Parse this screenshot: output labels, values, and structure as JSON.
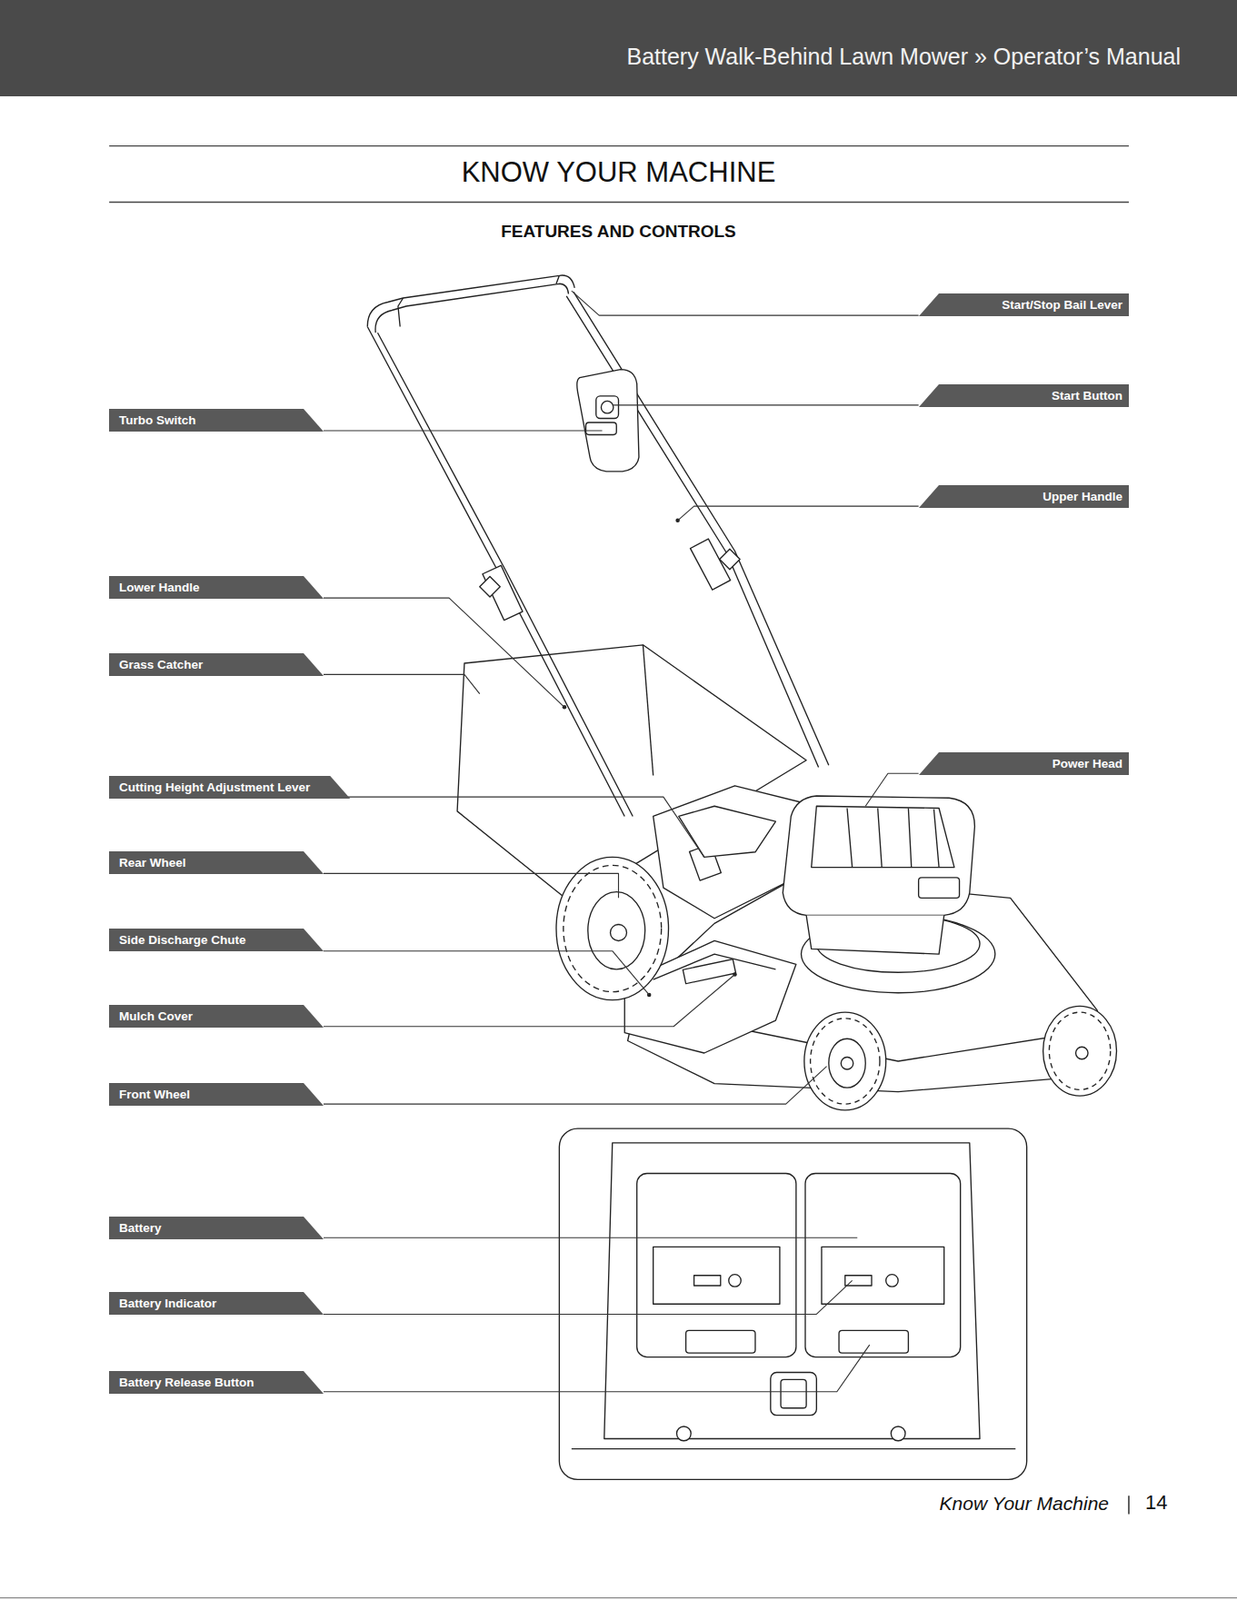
{
  "diagram": {
    "title": "KNOW YOUR MACHINE",
    "nodes": [
      {
        "text": [
          "Battery Walk-Behind Lawn Mower » Operator’s Manual"
        ]
      },
      {
        "text": [
          "Start/Stop Bail Lever"
        ]
      },
      {
        "text": [
          "Start Button"
        ]
      },
      {
        "text": [
          "Turbo Switch"
        ]
      },
      {
        "text": [
          "Upper Handle"
        ]
      },
      {
        "text": [
          "Lower Handle"
        ]
      },
      {
        "text": [
          "Grass Catcher"
        ]
      },
      {
        "text": [
          "Power Head"
        ]
      },
      {
        "text": [
          "Cutting Height Adjustment Lever"
        ]
      },
      {
        "text": [
          "Rear Wheel"
        ]
      },
      {
        "text": [
          "Side Discharge Chute"
        ]
      },
      {
        "text": [
          "Mulch Cover"
        ]
      },
      {
        "text": [
          "Front Wheel"
        ]
      },
      {
        "text": [
          "Battery"
        ]
      },
      {
        "text": [
          "Battery Indicator"
        ]
      },
      {
        "text": [
          "Battery Release Button"
        ]
      }
    ],
    "labels": [
      "FEATURES AND CONTROLS",
      "Know Your Machine",
      "14"
    ]
  }
}
